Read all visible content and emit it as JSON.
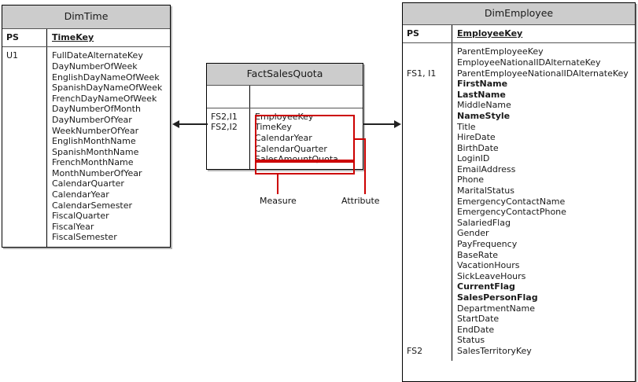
{
  "diagram": {
    "type": "star-schema-erd",
    "accent_color": "#cc0000",
    "header_fill": "#cccccc"
  },
  "tables": {
    "dim_time": {
      "title": "DimTime",
      "pk_label": "PS",
      "pk_name": "TimeKey",
      "key_column": "U1",
      "fields": [
        "FullDateAlternateKey",
        "DayNumberOfWeek",
        "EnglishDayNameOfWeek",
        "SpanishDayNameOfWeek",
        "FrenchDayNameOfWeek",
        "DayNumberOfMonth",
        "DayNumberOfYear",
        "WeekNumberOfYear",
        "EnglishMonthName",
        "SpanishMonthName",
        "FrenchMonthName",
        "MonthNumberOfYear",
        "CalendarQuarter",
        "CalendarYear",
        "CalendarSemester",
        "FiscalQuarter",
        "FiscalYear",
        "FiscalSemester"
      ]
    },
    "fact_sales_quota": {
      "title": "FactSalesQuota",
      "pk_label": "",
      "pk_name": "",
      "key_column": "FS2,I1\nFS2,I2",
      "fields": [
        "EmployeeKey",
        "TimeKey",
        "CalendarYear",
        "CalendarQuarter",
        "SalesAmountQuota"
      ]
    },
    "dim_employee": {
      "title": "DimEmployee",
      "pk_label": "PS",
      "pk_name": "EmployeeKey",
      "key_column_top": "FS1, I1",
      "key_column_bottom": "FS2",
      "fields": [
        {
          "name": "ParentEmployeeKey",
          "bold": false
        },
        {
          "name": "EmployeeNationalIDAlternateKey",
          "bold": false
        },
        {
          "name": "ParentEmployeeNationalIDAlternateKey",
          "bold": false
        },
        {
          "name": "FirstName",
          "bold": true
        },
        {
          "name": "LastName",
          "bold": true
        },
        {
          "name": "MiddleName",
          "bold": false
        },
        {
          "name": "NameStyle",
          "bold": true
        },
        {
          "name": "Title",
          "bold": false
        },
        {
          "name": "HireDate",
          "bold": false
        },
        {
          "name": "BirthDate",
          "bold": false
        },
        {
          "name": "LoginID",
          "bold": false
        },
        {
          "name": "EmailAddress",
          "bold": false
        },
        {
          "name": "Phone",
          "bold": false
        },
        {
          "name": "MaritalStatus",
          "bold": false
        },
        {
          "name": "EmergencyContactName",
          "bold": false
        },
        {
          "name": "EmergencyContactPhone",
          "bold": false
        },
        {
          "name": "SalariedFlag",
          "bold": false
        },
        {
          "name": "Gender",
          "bold": false
        },
        {
          "name": "PayFrequency",
          "bold": false
        },
        {
          "name": "BaseRate",
          "bold": false
        },
        {
          "name": "VacationHours",
          "bold": false
        },
        {
          "name": "SickLeaveHours",
          "bold": false
        },
        {
          "name": "CurrentFlag",
          "bold": true
        },
        {
          "name": "SalesPersonFlag",
          "bold": true
        },
        {
          "name": "DepartmentName",
          "bold": false
        },
        {
          "name": "StartDate",
          "bold": false
        },
        {
          "name": "EndDate",
          "bold": false
        },
        {
          "name": "Status",
          "bold": false
        },
        {
          "name": "SalesTerritoryKey",
          "bold": false
        }
      ]
    }
  },
  "annotations": {
    "measure_label": "Measure",
    "attribute_label": "Attribute"
  }
}
